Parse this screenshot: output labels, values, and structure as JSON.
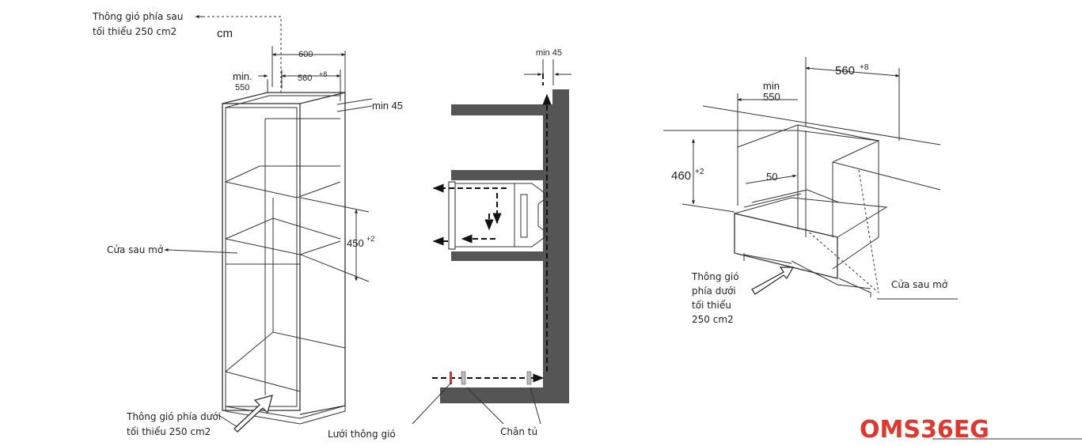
{
  "labels": {
    "rear_vent": "Thông gió phía sau",
    "rear_vent_min": "tối thiểu 250 cm2",
    "unit": "cm",
    "dim_600": "600",
    "dim_min": "min.",
    "dim_550": "550",
    "dim_560": "560",
    "dim_plus8": "+8",
    "dim_min45": "min 45",
    "dim_450": "450",
    "dim_plus2": "+2",
    "rear_open_left": "Cửa sau mở",
    "bottom_vent": "Thông gió phía dưới",
    "bottom_vent_min": "tối thiểu 250 cm2",
    "mid_min45": "min 45",
    "vent_grille": "Lưới thông gió",
    "cabinet_foot": "Chân tủ",
    "r_min": "min",
    "r_550": "550",
    "r_560": "560",
    "r_plus8": "+8",
    "r_460": "460",
    "r_plus2": "+2",
    "r_50": "50",
    "r_vent_line1": "Thông gió",
    "r_vent_line2": "phía dưới",
    "r_vent_line3": "tối thiểu",
    "r_vent_line4": "250 cm2",
    "rear_open_right": "Cửa sau mở"
  },
  "model": "OMS36EG",
  "colors": {
    "model": "#e0362c",
    "wall": "#555555",
    "line": "#333333"
  }
}
